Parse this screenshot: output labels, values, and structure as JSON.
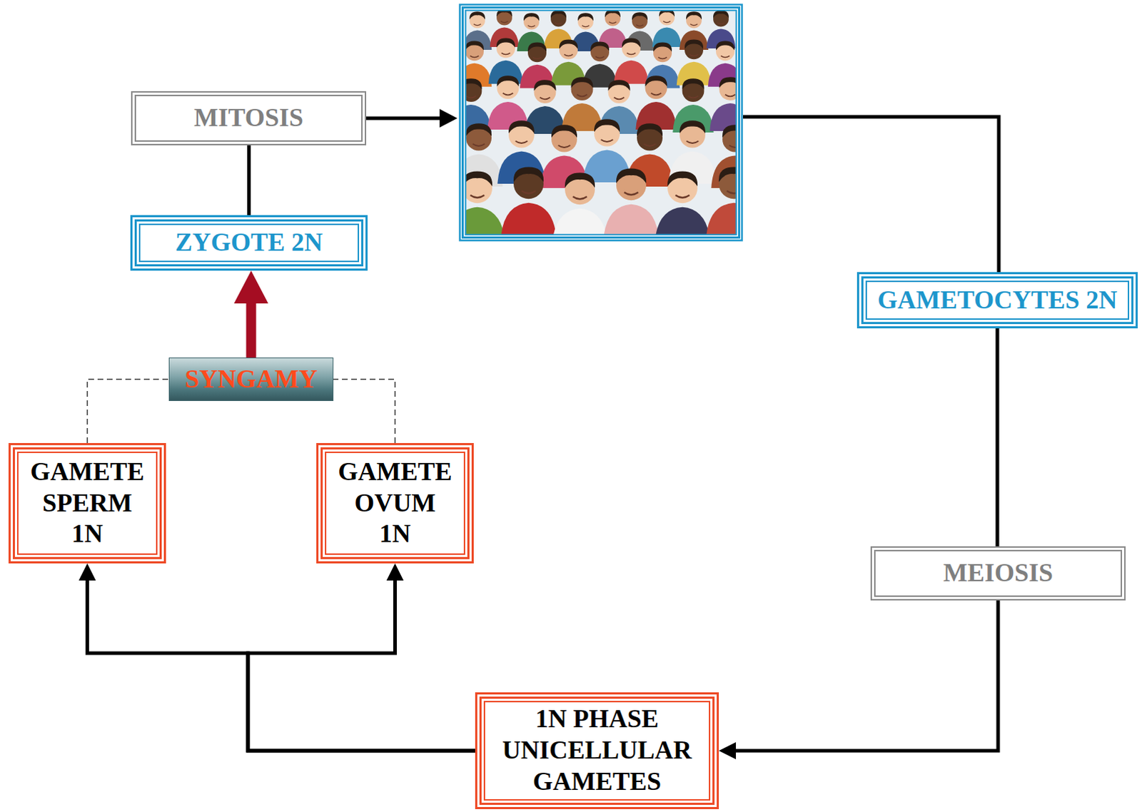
{
  "diagram": {
    "nodes": [
      {
        "text": [
          "MITOSIS"
        ]
      },
      {
        "text": [
          "ZYGOTE 2N"
        ]
      },
      {
        "text": [
          "SYNGAMY"
        ]
      },
      {
        "text": [
          "GAMETE SPERM 1N"
        ]
      },
      {
        "text": [
          "GAMETE OVUM 1N"
        ]
      },
      {
        "text": [
          "GAMETOCYTES 2N"
        ]
      },
      {
        "text": [
          "MEIOSIS"
        ]
      },
      {
        "text": [
          "1N PHASE UNICELLULAR GAMETES"
        ]
      }
    ],
    "edges": [
      {
        "from": 1,
        "to": 0,
        "arrow": "none"
      },
      {
        "from": 3,
        "to": 2,
        "arrow": "none"
      },
      {
        "from": 4,
        "to": 2,
        "arrow": "none"
      },
      {
        "from": 2,
        "to": 1,
        "arrow": "to"
      },
      {
        "from": 5,
        "to": 6,
        "arrow": "none"
      },
      {
        "from": 6,
        "to": 7,
        "arrow": "to"
      },
      {
        "from": 7,
        "to": 3,
        "arrow": "to"
      },
      {
        "from": 7,
        "to": 4,
        "arrow": "to"
      }
    ]
  }
}
